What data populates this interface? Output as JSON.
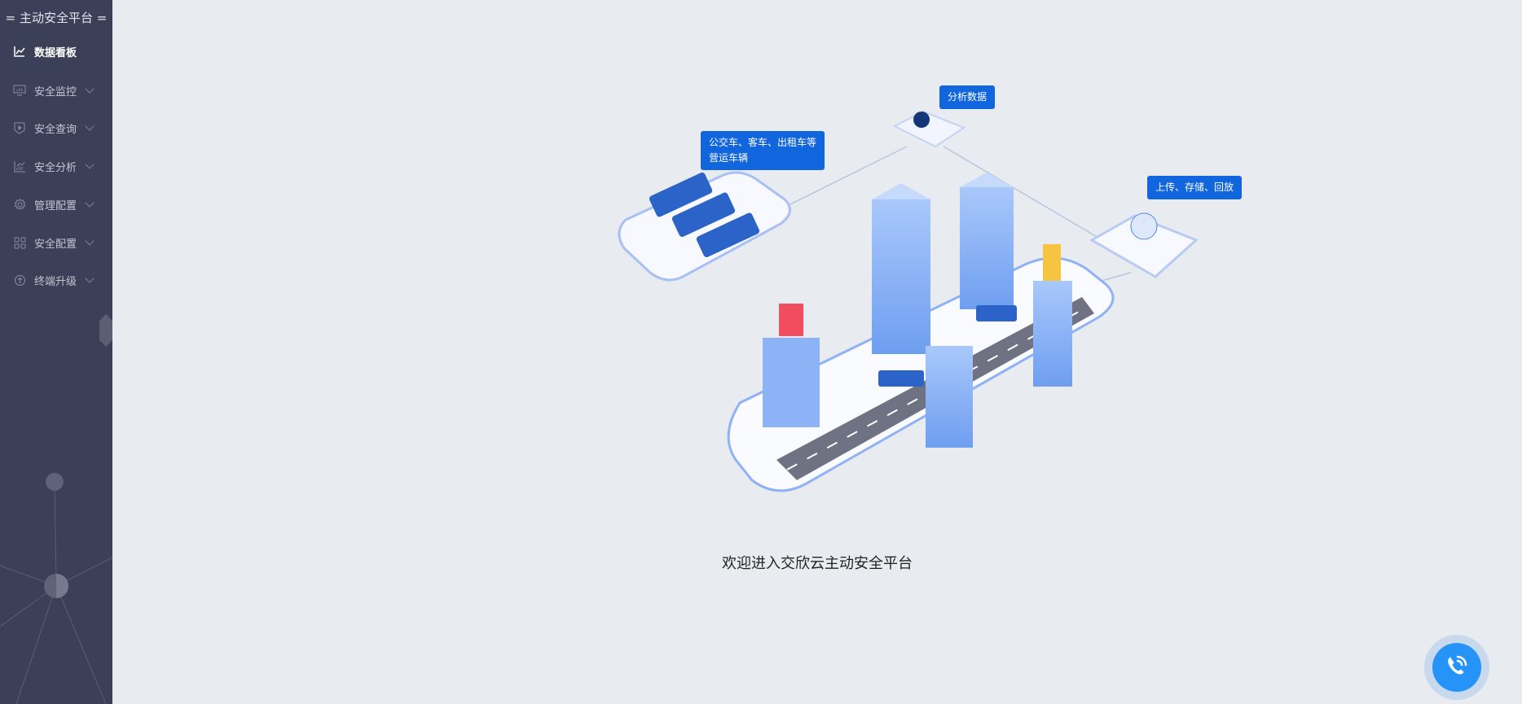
{
  "sidebar": {
    "title": "= 主动安全平台 =",
    "items": [
      {
        "label": "数据看板",
        "icon": "line-chart-icon",
        "active": true
      },
      {
        "label": "安全监控",
        "icon": "monitor-icon"
      },
      {
        "label": "安全查询",
        "icon": "shield-play-icon"
      },
      {
        "label": "安全分析",
        "icon": "analysis-chart-icon"
      },
      {
        "label": "管理配置",
        "icon": "gear-icon"
      },
      {
        "label": "安全配置",
        "icon": "grid-icon"
      },
      {
        "label": "终端升级",
        "icon": "upgrade-icon"
      }
    ]
  },
  "illustration": {
    "tags": {
      "vehicles": "公交车、客车、出租车等\n营运车辆",
      "analyze": "分析数据",
      "upload": "上传、存储、回放"
    }
  },
  "main": {
    "welcome": "欢迎进入交欣云主动安全平台"
  },
  "colors": {
    "sidebar": "#3c3f58",
    "accent": "#1166dd",
    "phone": "#2593f7",
    "bg": "#e8ebef"
  }
}
